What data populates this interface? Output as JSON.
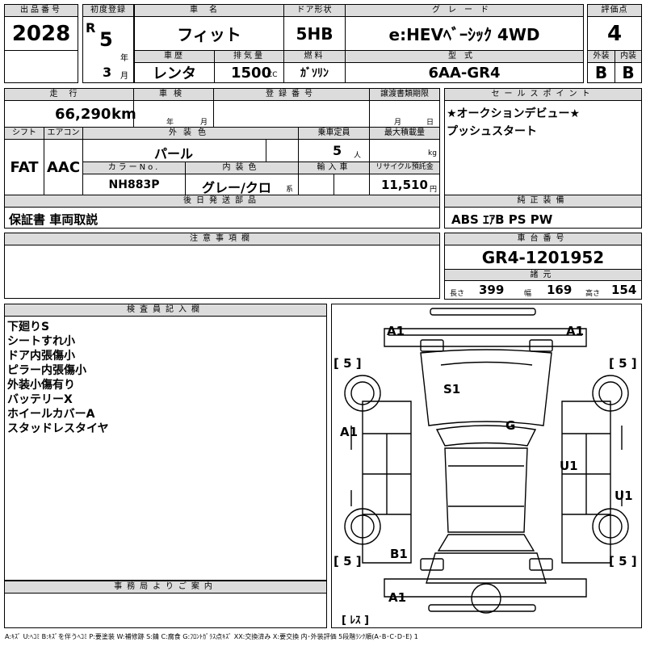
{
  "header": {
    "lot_no_label": "出品番号",
    "lot_no": "2028",
    "first_reg_label": "初度登録",
    "era": "R",
    "reg_year": "5",
    "year_unit": "年",
    "reg_month": "3",
    "month_unit": "月",
    "car_name_label": "車名",
    "car_name": "フィット",
    "door_label": "ドア形状",
    "door": "5HB",
    "grade_label": "グレード",
    "grade": "e:HEVﾍﾞｰｼｯｸ 4WD",
    "score_label": "評価点",
    "score": "4",
    "history_label": "車歴",
    "history": "レンタ",
    "displacement_label": "排気量",
    "displacement": "1500",
    "cc_unit": "CC",
    "fuel_label": "燃料",
    "fuel": "ｶﾞｿﾘﾝ",
    "model_label": "型式",
    "model": "6AA-GR4",
    "ext_label": "外装",
    "ext_grade": "B",
    "int_label": "内装",
    "int_grade": "B"
  },
  "middle": {
    "mileage_label": "走行",
    "mileage": "66,290",
    "km_unit": "km",
    "inspection_label": "車検",
    "insp_year_unit": "年",
    "insp_month_unit": "月",
    "reg_no_label": "登録番号",
    "transfer_label": "譲渡書類期限",
    "transfer_month_unit": "月",
    "transfer_day_unit": "日",
    "shift_label": "シフト",
    "shift": "FAT",
    "ac_label": "エアコン",
    "ac": "AAC",
    "color_label": "外装色",
    "color": "パール",
    "capacity_label": "乗車定員",
    "capacity": "5",
    "person_unit": "人",
    "max_load_label": "最大積載量",
    "kg_unit": "kg",
    "color_no_label": "カラーNo.",
    "color_no": "NH883P",
    "interior_color_label": "内装色",
    "interior_color": "グレー/クロ",
    "interior_unit": "系",
    "import_label": "輸入車",
    "recycle_label": "リサイクル預託金",
    "recycle": "11,510",
    "yen_unit": "円",
    "later_parts_label": "後日発送部品",
    "later_parts": "保証書 車両取説",
    "sales_points_label": "セールスポイント",
    "sales_points": [
      "★オークションデビュー★",
      "プッシュスタート"
    ],
    "equipment_label": "純正装備",
    "equipment": "ABS ｴｱB PS PW"
  },
  "notes": {
    "label": "注意事項欄"
  },
  "chassis": {
    "label": "車台番号",
    "number": "GR4-1201952",
    "dims_label": "諸元",
    "length_label": "長さ",
    "length": "399",
    "width_label": "幅",
    "width": "169",
    "height_label": "高さ",
    "height": "154"
  },
  "inspector": {
    "label": "検査員記入欄",
    "lines": [
      "下廻りS",
      "シートすれ小",
      "ドア内張傷小",
      "ピラー内張傷小",
      "外装小傷有り",
      "バッテリーX",
      "ホイールカバーA",
      "スタッドレスタイヤ"
    ]
  },
  "office": {
    "label": "事務局よりご案内"
  },
  "diagram": {
    "marks": [
      "A1",
      "A1",
      "S1",
      "G",
      "A1",
      "U1",
      "U1",
      "B1",
      "A1"
    ],
    "tire_marks": [
      "[ 5 ]",
      "[ 5 ]",
      "[ 5 ]",
      "[ 5 ]"
    ],
    "spare_mark": "[ ﾚｽ ]"
  },
  "legend": "A:ｷｽﾞ U:ﾍｺﾐ B:ｷｽﾞを伴うﾍｺﾐ P:要塗装 W:補修跡 S:錆 C:腐食 G:ﾌﾛﾝﾄｶﾞﾗｽ点ｷｽﾞ XX:交換済み X:要交換  内･外装評価 5段階ﾗﾝｸ順(A･B･C･D･E) 1"
}
